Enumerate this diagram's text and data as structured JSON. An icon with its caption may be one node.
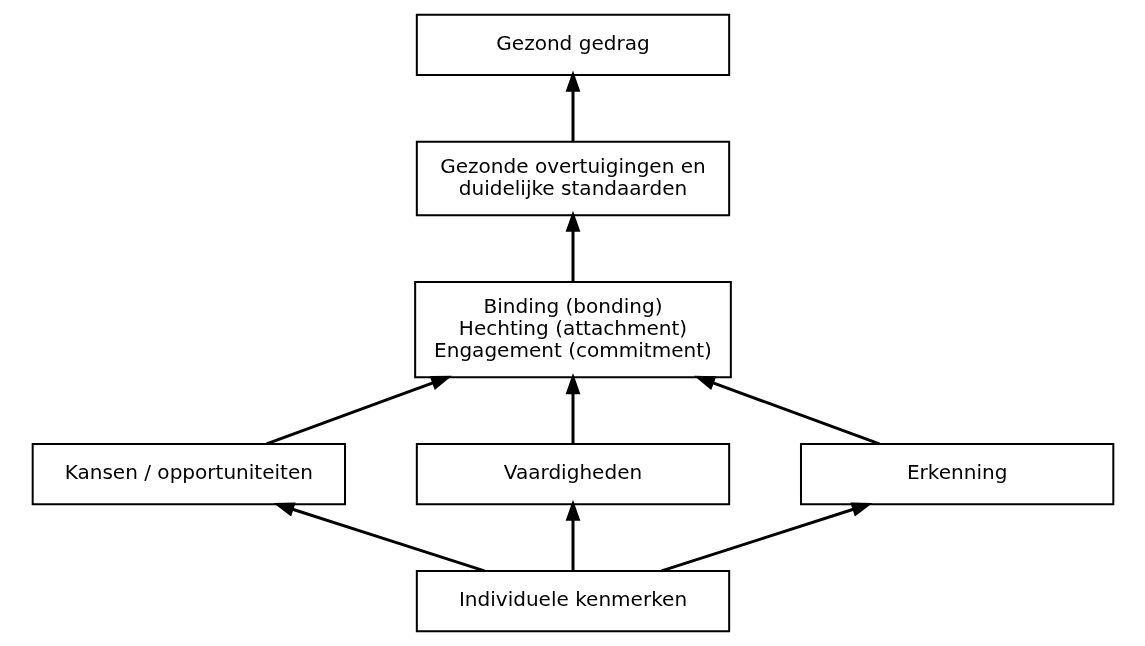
{
  "diagram": {
    "nodes": [
      {
        "text": [
          "Gezond gedrag"
        ]
      },
      {
        "text": [
          "Gezonde overtuigingen en duidelijke standaarden"
        ]
      },
      {
        "text": [
          "Binding (bonding)",
          "Hechting (attachment)",
          "Engagement (commitment)"
        ]
      },
      {
        "text": [
          "Kansen / opportuniteiten"
        ]
      },
      {
        "text": [
          "Vaardigheden"
        ]
      },
      {
        "text": [
          "Erkenning"
        ]
      },
      {
        "text": [
          "Individuele kenmerken"
        ]
      }
    ],
    "edges": [
      {
        "from": 1,
        "to": 0,
        "arrow": "to"
      },
      {
        "from": 2,
        "to": 1,
        "arrow": "to"
      },
      {
        "from": 3,
        "to": 2,
        "arrow": "to"
      },
      {
        "from": 4,
        "to": 2,
        "arrow": "to"
      },
      {
        "from": 5,
        "to": 2,
        "arrow": "to"
      },
      {
        "from": 6,
        "to": 3,
        "arrow": "to"
      },
      {
        "from": 6,
        "to": 4,
        "arrow": "to"
      },
      {
        "from": 6,
        "to": 5,
        "arrow": "to"
      }
    ]
  }
}
